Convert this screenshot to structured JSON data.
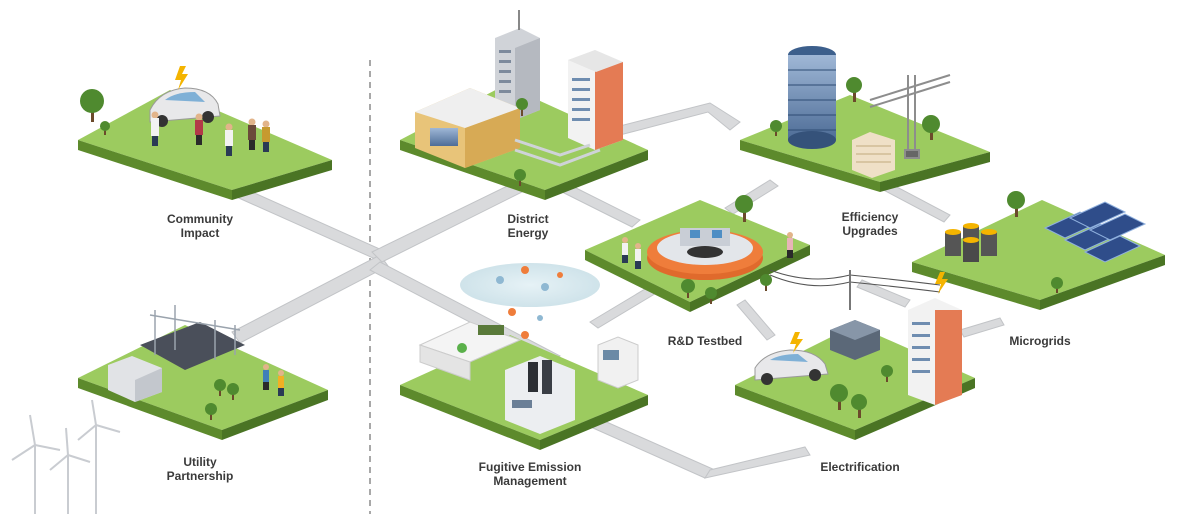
{
  "colors": {
    "grass_top": "#9ccb5f",
    "grass_side_left": "#5d8a2c",
    "grass_side_right": "#4a7424",
    "path": "#d9dadc",
    "path_edge": "#c2c4c7",
    "divider": "#8c8c8c",
    "label": "#3a3a3a",
    "ring": "#ef7d3b"
  },
  "nodes": {
    "community": {
      "line1": "Community",
      "line2": "Impact",
      "icon": "electric-car-people"
    },
    "district": {
      "line1": "District",
      "line2": "Energy",
      "icon": "buildings"
    },
    "efficiency": {
      "line1": "Efficiency",
      "line2": "Upgrades",
      "icon": "tower-crane"
    },
    "microgrids": {
      "line1": "Microgrids",
      "icon": "solar-battery"
    },
    "rnd": {
      "line1": "R&D Testbed",
      "icon": "control-room"
    },
    "utility": {
      "line1": "Utility",
      "line2": "Partnership",
      "icon": "substation"
    },
    "fugitive": {
      "line1": "Fugitive Emission",
      "line2": "Management",
      "icon": "lab-equipment"
    },
    "electrification": {
      "line1": "Electrification",
      "icon": "ev-charging"
    }
  }
}
